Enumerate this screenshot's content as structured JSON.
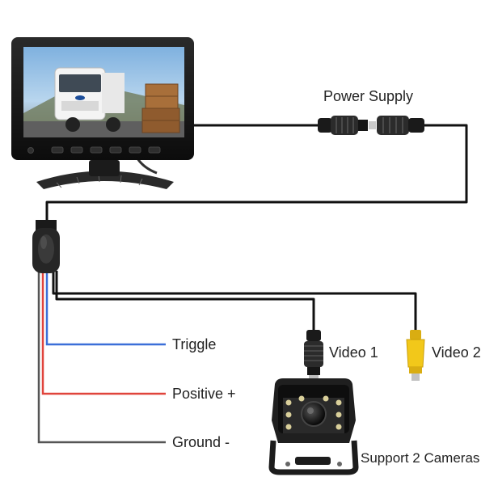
{
  "labels": {
    "power_supply": "Power Supply",
    "triggle": "Triggle",
    "positive": "Positive +",
    "ground": "Ground -",
    "video1": "Video 1",
    "video2": "Video 2",
    "support": "Support 2 Cameras"
  },
  "colors": {
    "cable": "#111111",
    "trigger_wire": "#3b6fd8",
    "positive_wire": "#e0443c",
    "ground_wire": "#555555",
    "rca_yellow": "#f2c81a"
  }
}
